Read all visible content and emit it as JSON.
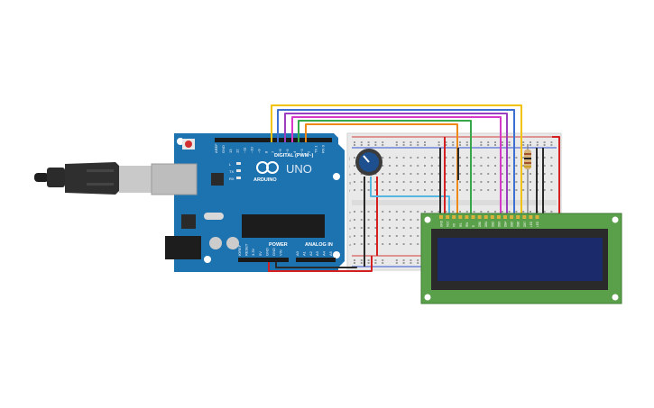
{
  "board": {
    "digital_label": "DIGITAL (PWM~)",
    "brand": "ARDUINO",
    "model": "UNO",
    "power_label": "POWER",
    "analog_label": "ANALOG IN",
    "top_pins": [
      "AREF",
      "GND",
      "13",
      "12",
      "~11",
      "~10",
      "~9",
      "8",
      "7",
      "~6",
      "~5",
      "4",
      "~3",
      "2",
      "TX 1",
      "RX 0"
    ],
    "power_pins": [
      "IOREF",
      "RESET",
      "3.3V",
      "5V",
      "GND",
      "GND",
      "VIN"
    ],
    "analog_pins": [
      "A0",
      "A1",
      "A2",
      "A3",
      "A4",
      "A5"
    ],
    "led_labels": [
      "L",
      "TX",
      "RX"
    ]
  },
  "lcd": {
    "pins": [
      "GND",
      "VCC",
      "V0",
      "RS",
      "RW",
      "E",
      "DB0",
      "DB1",
      "DB2",
      "DB3",
      "DB4",
      "DB5",
      "DB6",
      "DB7",
      "LED",
      "LED"
    ]
  },
  "breadboard": {
    "row_letters_top": [
      "j",
      "i",
      "h",
      "g",
      "f"
    ],
    "row_letters_bottom": [
      "e",
      "d",
      "c",
      "b",
      "a"
    ]
  },
  "wire_colors": {
    "yellow": "#f2c200",
    "blue": "#3d6fd0",
    "purple": "#9b3fc0",
    "magenta": "#d838c8",
    "green": "#37a84a",
    "orange": "#ee8a14",
    "red": "#d42020",
    "black": "#2a2a2a",
    "light_blue": "#57b6e0"
  }
}
